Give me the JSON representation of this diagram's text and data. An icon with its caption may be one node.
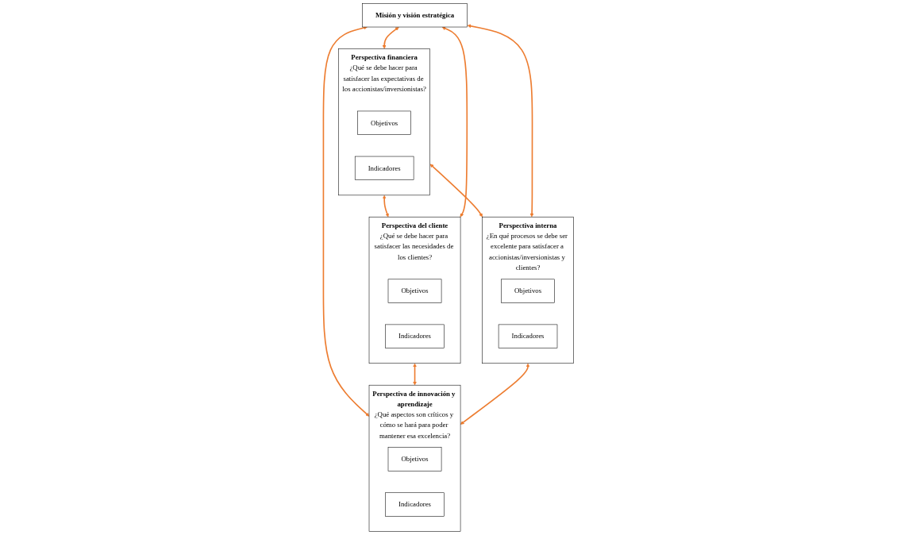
{
  "diagram": {
    "nodes": [
      {
        "text": [
          "Perspectiva financiera",
          "¿Qué se debe hacer para satisfacer las expectativas de los accionistas/inversionistas?"
        ]
      },
      {
        "text": [
          "Objetivos"
        ],
        "in": 0
      },
      {
        "text": [
          "Indicadores"
        ],
        "in": 0
      },
      {
        "text": [
          "Perspectiva del cliente",
          "¿Qué se debe hacer para satisfacer las necesidades de los clientes?"
        ]
      },
      {
        "text": [
          "Objetivos"
        ],
        "in": 3
      },
      {
        "text": [
          "Indicadores"
        ],
        "in": 3
      },
      {
        "text": [
          "Misión y visión estratégica"
        ]
      },
      {
        "text": [
          "Perspectiva interna",
          "¿En qué procesos se debe ser excelente para satisfacer a accionistas/inversionistas y clientes?"
        ]
      },
      {
        "text": [
          "Objetivos"
        ],
        "in": 7
      },
      {
        "text": [
          "Indicadores"
        ],
        "in": 7
      },
      {
        "text": [
          "Perspectiva de innovación y aprendizaje",
          "¿Qué aspectos son críticos y cómo se hará para poder mantener esa excelencia?"
        ]
      },
      {
        "text": [
          "Objetivos"
        ],
        "in": 10
      },
      {
        "text": [
          "Indicadores"
        ],
        "in": 10
      }
    ],
    "edges": [
      {
        "from": 0,
        "to": 3,
        "arrow": "both"
      },
      {
        "from": 0,
        "to": 7,
        "arrow": "both"
      },
      {
        "from": 6,
        "to": 0,
        "arrow": "both"
      },
      {
        "from": 6,
        "to": 3,
        "arrow": "both"
      },
      {
        "from": 6,
        "to": 7,
        "arrow": "both"
      },
      {
        "from": 6,
        "to": 10,
        "arrow": "both"
      },
      {
        "from": 3,
        "to": 10,
        "arrow": "both"
      },
      {
        "from": 7,
        "to": 10,
        "arrow": "both"
      }
    ]
  }
}
